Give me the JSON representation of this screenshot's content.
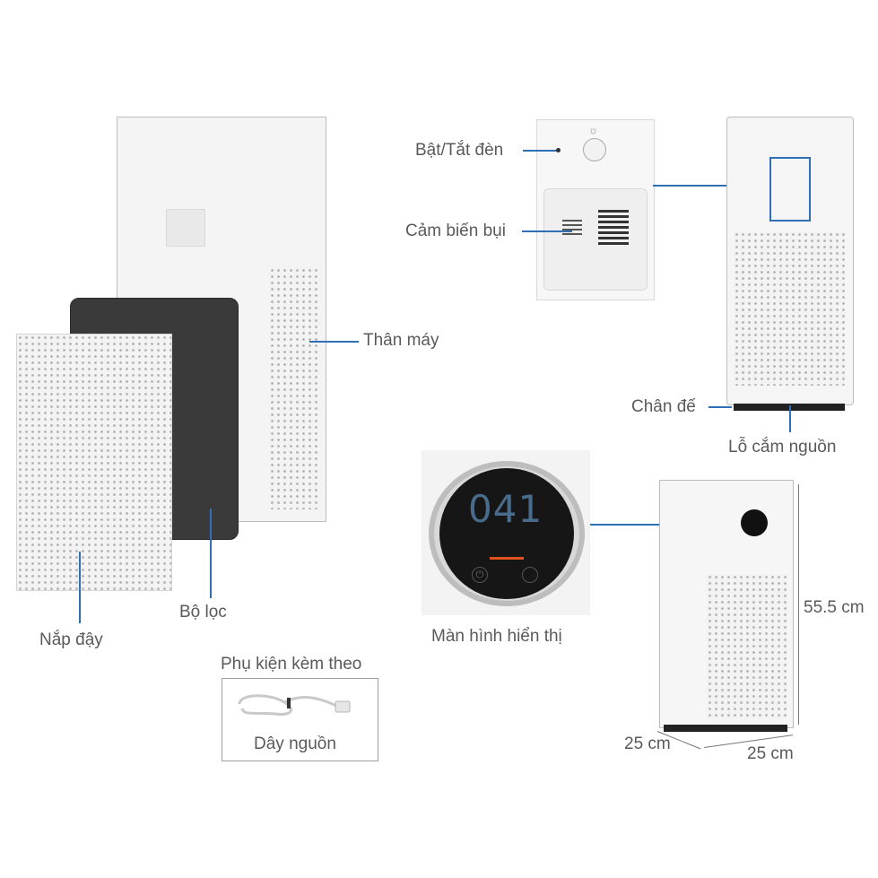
{
  "labels": {
    "than_may": "Thân máy",
    "nap_day": "Nắp đậy",
    "bo_loc": "Bộ lọc",
    "bat_tat_den": "Bật/Tắt đèn",
    "cam_bien_bui": "Cảm biến bụi",
    "chan_de": "Chân đế",
    "lo_cam_nguon": "Lỗ cắm nguồn",
    "man_hinh_hien_thi": "Màn hình hiển thị",
    "phu_kien_kem_theo": "Phụ kiện kèm theo",
    "day_nguon": "Dây nguồn"
  },
  "display": {
    "reading": "041"
  },
  "dimensions": {
    "height": "55.5 cm",
    "depth": "25 cm",
    "width": "25 cm"
  },
  "colors": {
    "callout_line": "#2f6fb3",
    "display_accent": "#e0531f",
    "display_digits": "#4a6c8c"
  }
}
